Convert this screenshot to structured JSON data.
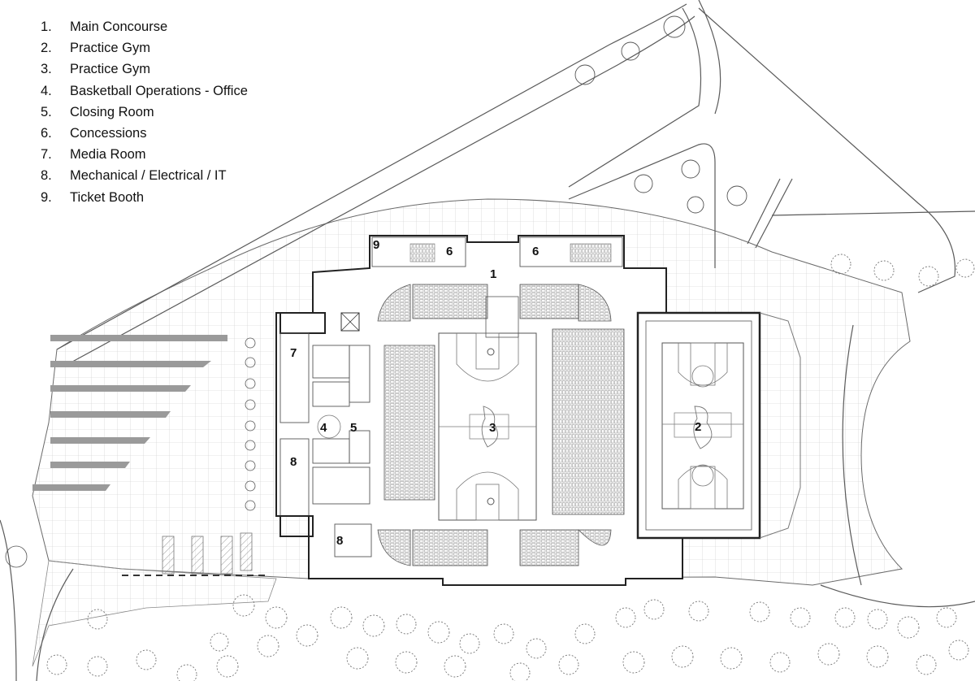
{
  "legend": [
    {
      "num": "1.",
      "label": "Main Concourse"
    },
    {
      "num": "2.",
      "label": "Practice Gym"
    },
    {
      "num": "3.",
      "label": "Practice Gym"
    },
    {
      "num": "4.",
      "label": "Basketball Operations - Office"
    },
    {
      "num": "5.",
      "label": "Closing Room"
    },
    {
      "num": "6.",
      "label": "Concessions"
    },
    {
      "num": "7.",
      "label": "Media Room"
    },
    {
      "num": "8.",
      "label": "Mechanical / Electrical / IT"
    },
    {
      "num": "9.",
      "label": "Ticket Booth"
    }
  ],
  "rooms": {
    "main_concourse": "1",
    "practice_gym_east": "2",
    "practice_gym_main": "3",
    "basketball_ops": "4",
    "closing_room": "5",
    "concessions_west": "6",
    "concessions_east": "6",
    "media_room": "7",
    "mechanical_north": "8",
    "mechanical_south": "8",
    "ticket_booth": "9"
  }
}
